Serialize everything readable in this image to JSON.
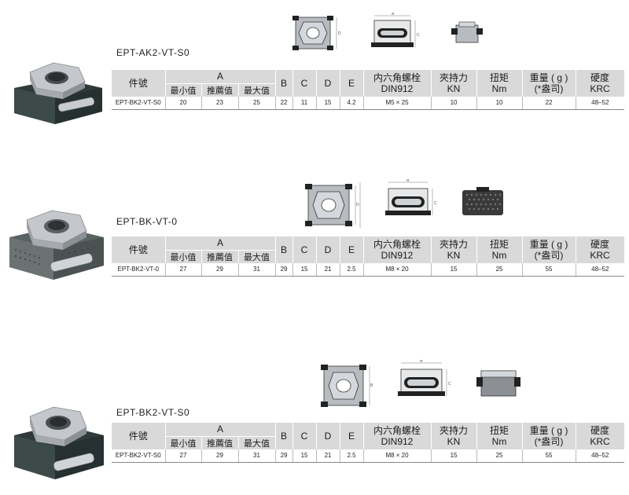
{
  "table_headers": {
    "part_no": "件號",
    "a_group": "A",
    "a_min": "最小值",
    "a_rec": "推薦值",
    "a_max": "最大值",
    "b": "B",
    "c": "C",
    "d": "D",
    "e": "E",
    "bolt_line1": "内六角螺栓",
    "bolt_line2": "DIN912",
    "force_line1": "夾持力",
    "force_line2": "KN",
    "torque_line1": "扭矩",
    "torque_line2": "Nm",
    "weight_line1": "重量 ( g )",
    "weight_line2": "(*盎司)",
    "hardness_line1": "硬度",
    "hardness_line2": "KRC"
  },
  "sections": [
    {
      "title": "EPT-AK2-VT-S0",
      "row": {
        "part": "EPT-BK2-VT-S0",
        "a_min": "20",
        "a_rec": "23",
        "a_max": "25",
        "b": "22",
        "c": "11",
        "d": "15",
        "e": "4.2",
        "bolt": "M5 × 25",
        "force": "10",
        "torque": "10",
        "weight": "22",
        "hardness": "48–52"
      }
    },
    {
      "title": "EPT-BK-VT-0",
      "row": {
        "part": "EPT-BK2-VT-0",
        "a_min": "27",
        "a_rec": "29",
        "a_max": "31",
        "b": "29",
        "c": "15",
        "d": "21",
        "e": "2.5",
        "bolt": "M8 × 20",
        "force": "15",
        "torque": "25",
        "weight": "55",
        "hardness": "48–52"
      }
    },
    {
      "title": "EPT-BK2-VT-S0",
      "row": {
        "part": "EPT-BK2-VT-S0",
        "a_min": "27",
        "a_rec": "29",
        "a_max": "31",
        "b": "29",
        "c": "15",
        "d": "21",
        "e": "2.5",
        "bolt": "M8 × 20",
        "force": "15",
        "torque": "25",
        "weight": "55",
        "hardness": "48–52"
      }
    }
  ],
  "drawing_labels": {
    "a": "A",
    "b": "B",
    "c": "C",
    "d": "D"
  },
  "colors": {
    "header_bg": "#d9d9d9",
    "steel": "#b8bcc0",
    "dark_body": "#3e4a4a"
  }
}
